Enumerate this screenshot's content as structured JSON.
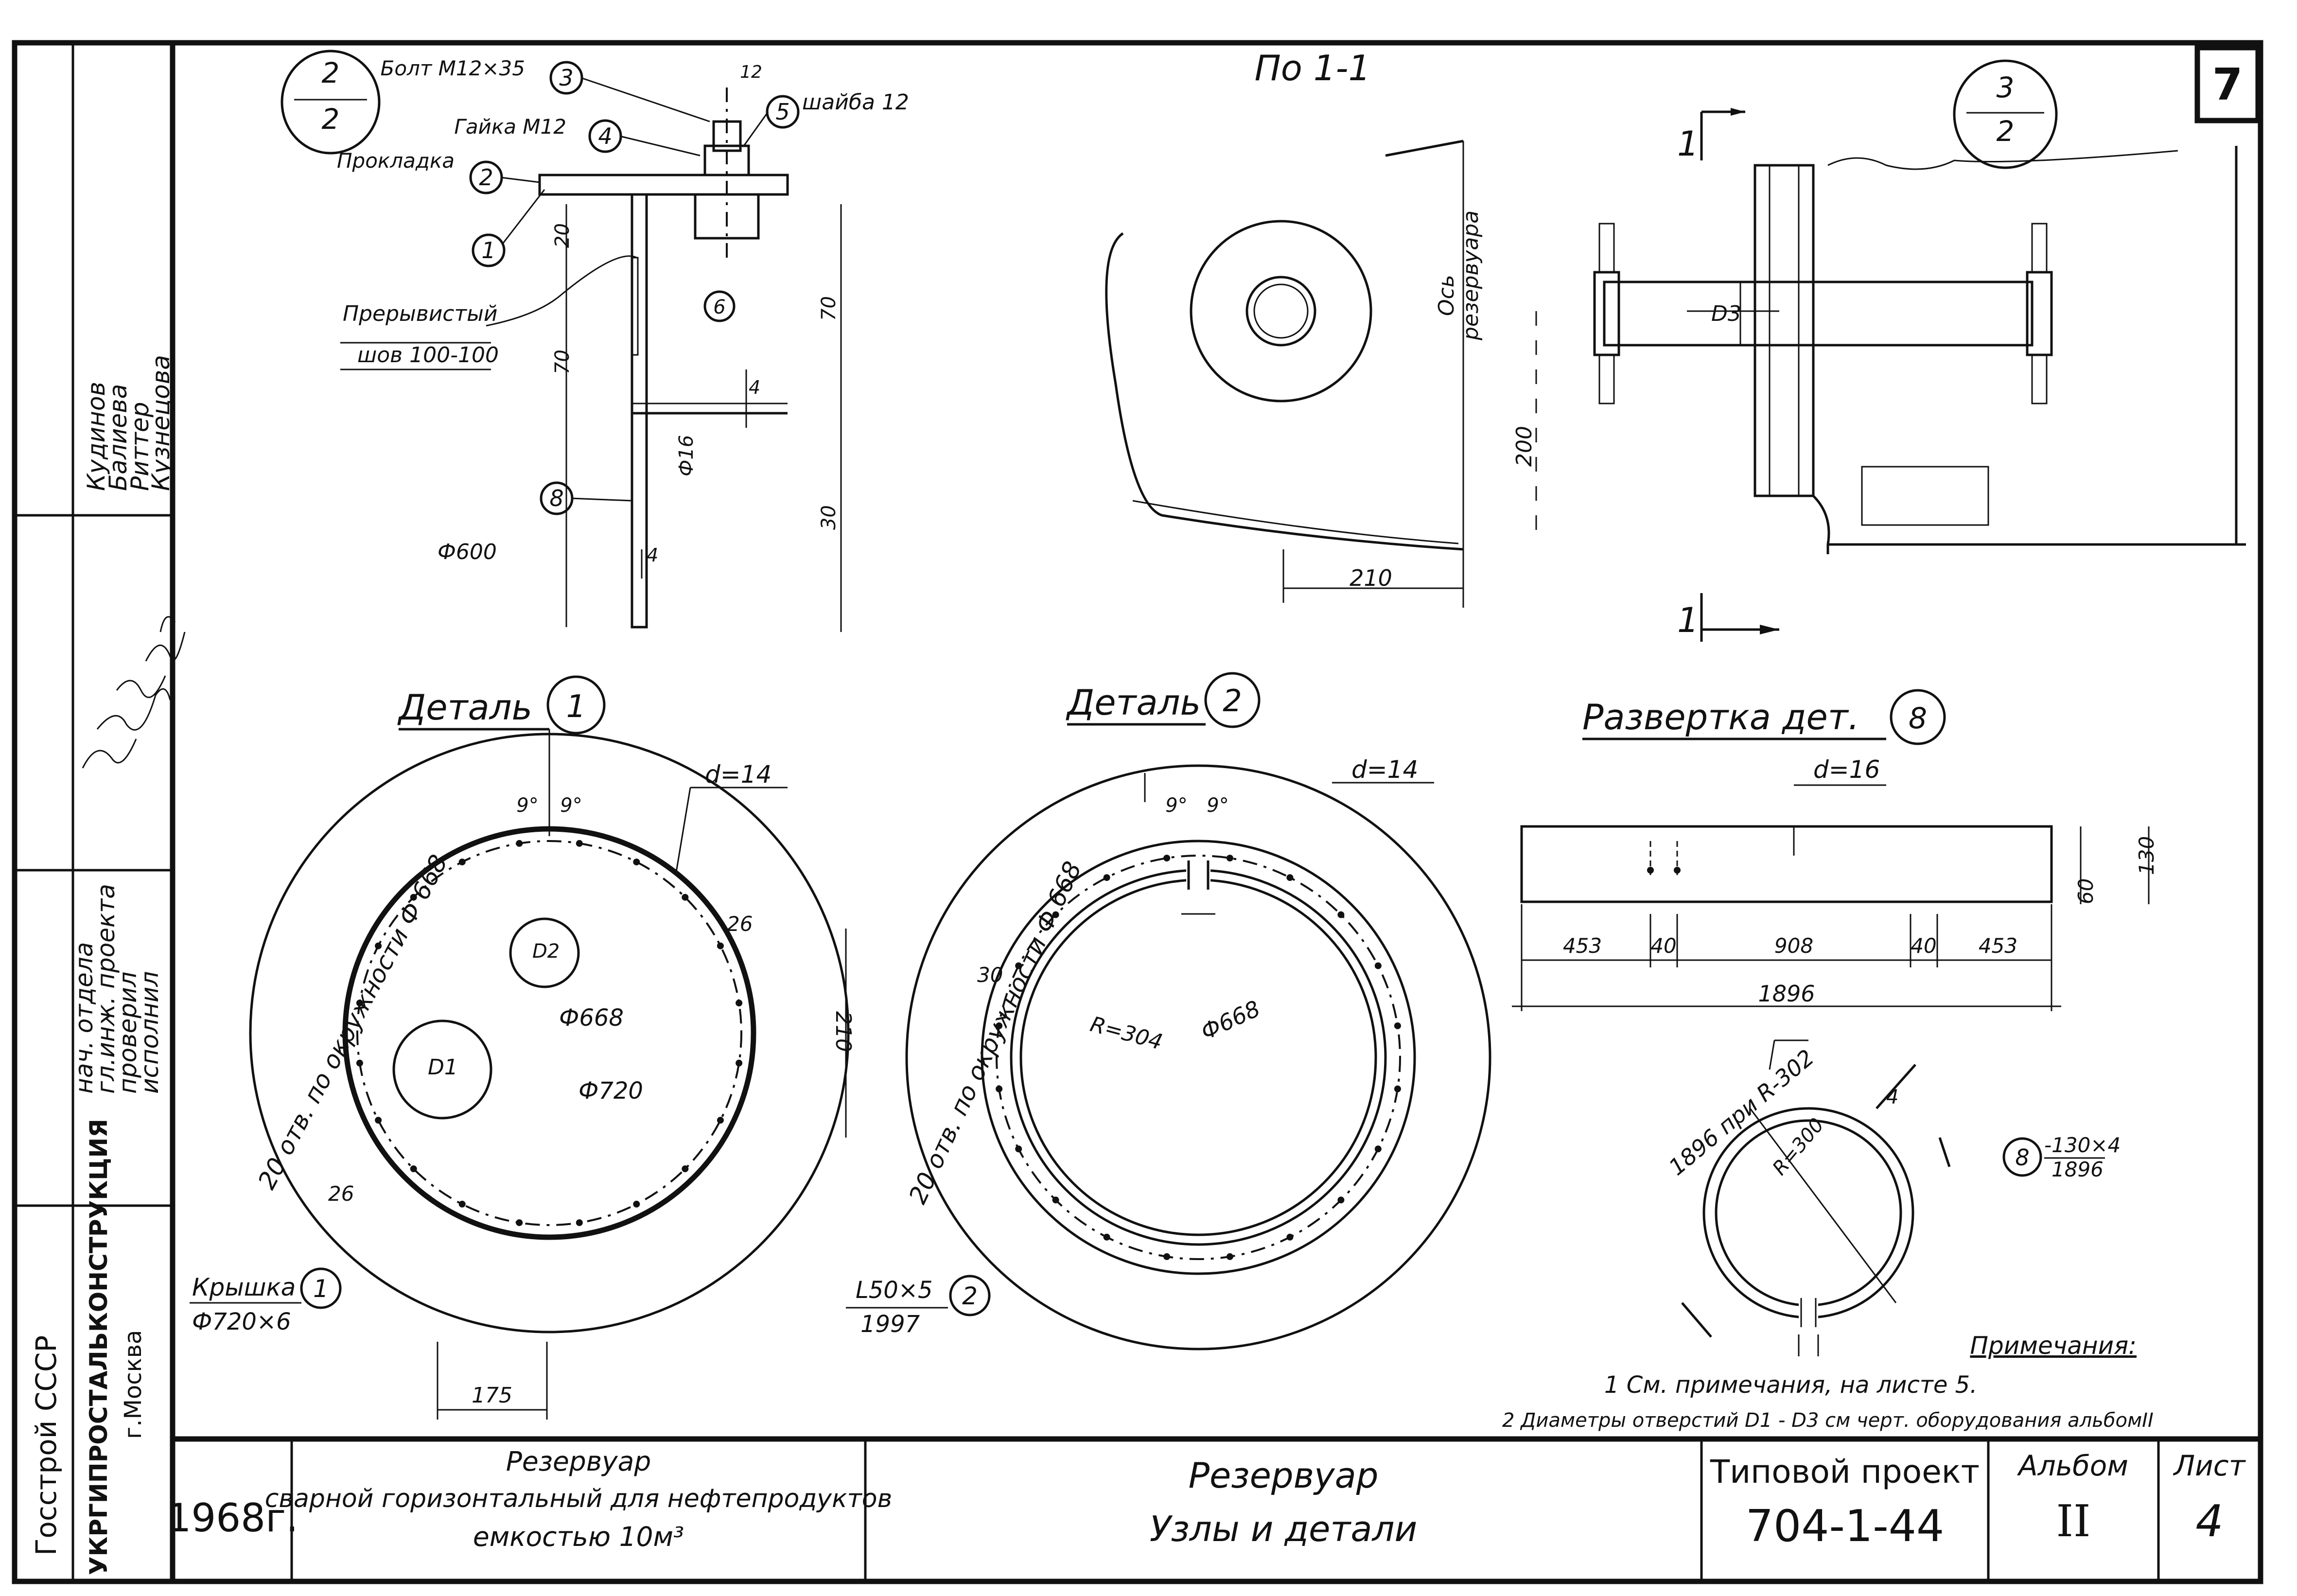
{
  "sheet": {
    "sheet_number": "7",
    "title_block": {
      "year": "1968г.",
      "project_name_line1": "Резервуар",
      "project_name_line2": "сварной горизонтальный для нефтепродуктов",
      "project_name_line3": "емкостью 10м³",
      "drawing_title_line1": "Резервуар",
      "drawing_title_line2": "Узлы и детали",
      "typical_project_label": "Типовой проект",
      "typical_project_number": "704-1-44",
      "album_label": "Альбом",
      "album_value": "II",
      "list_label": "Лист",
      "list_value": "4"
    },
    "side_stamp": {
      "org_line1": "Госстрой СССР",
      "org_line2": "УКРГИПРОСТАЛЬКОНСТРУКЦИЯ",
      "org_line3": "г.Москва",
      "roles": [
        "нач. отдела",
        "гл.инж. проекта",
        "проверил",
        "исполнил"
      ],
      "names": [
        "Кудинов",
        "Балиева",
        "Риттер",
        "Кузнецова"
      ]
    }
  },
  "node_2_2": {
    "mark_top": "2",
    "mark_bottom": "2",
    "bolt_label": "Болт М12×35",
    "nut_label": "Гайка М12",
    "washer_label": "шайба 12",
    "gasket_label": "Прокладка",
    "weld_label_1": "Прерывистый",
    "weld_label_2": "шов 100-100",
    "phi600": "Ф600",
    "phi16": "Ф16",
    "dim_20": "20",
    "dim_70_left": "70",
    "dim_70_right": "70",
    "dim_30": "30",
    "dim_4_a": "4",
    "dim_4_b": "4",
    "dim_12": "12",
    "callouts": [
      "1",
      "2",
      "3",
      "4",
      "5",
      "6",
      "8"
    ]
  },
  "section_1_1": {
    "title": "По 1-1",
    "axis_label_1": "Ось",
    "axis_label_2": "резервуара",
    "dim_200": "200",
    "dim_210": "210"
  },
  "node_3_2": {
    "mark_top": "3",
    "mark_bottom": "2",
    "d3_label": "D3",
    "cut_label_top": "1",
    "cut_label_bottom": "1"
  },
  "detail_1": {
    "title": "Деталь",
    "number": "1",
    "d_label": "d=14",
    "holes_label": "20 отв. по окружности Ф 668",
    "angle_a": "9°",
    "angle_b": "9°",
    "dim_26_a": "26",
    "dim_26_b": "26",
    "dim_210": "210",
    "phi668": "Ф668",
    "phi720": "Ф720",
    "d1_label": "D1",
    "d2_label": "D2",
    "dim_175": "175",
    "part_name": "Крышка",
    "part_size": "Ф720×6",
    "part_number": "1"
  },
  "detail_2": {
    "title": "Деталь",
    "number": "2",
    "d_label": "d=14",
    "holes_label": "20 отв. по окружности Ф 668",
    "angle_a": "9°",
    "angle_b": "9°",
    "dim_30": "30",
    "r_label": "R=304",
    "phi668": "Ф668",
    "part_profile": "L50×5",
    "part_length": "1997",
    "part_number": "2"
  },
  "unfold_8": {
    "title": "Развертка дет.",
    "number": "8",
    "d_label": "d=16",
    "dim_453_a": "453",
    "dim_40_a": "40",
    "dim_908": "908",
    "dim_40_b": "40",
    "dim_453_b": "453",
    "dim_1896": "1896",
    "dim_60": "60",
    "dim_130": "130",
    "ring_label": "1896 при R-302",
    "ring_r": "R=300",
    "ring_t": "4",
    "part_number": "8",
    "part_top": "-130×4",
    "part_bottom": "1896"
  },
  "notes": {
    "title": "Примечания:",
    "line1": "1 См. примечания, на листе 5.",
    "line2": "2 Диаметры отверстий D1 - D3 см черт. оборудования альбомII"
  }
}
